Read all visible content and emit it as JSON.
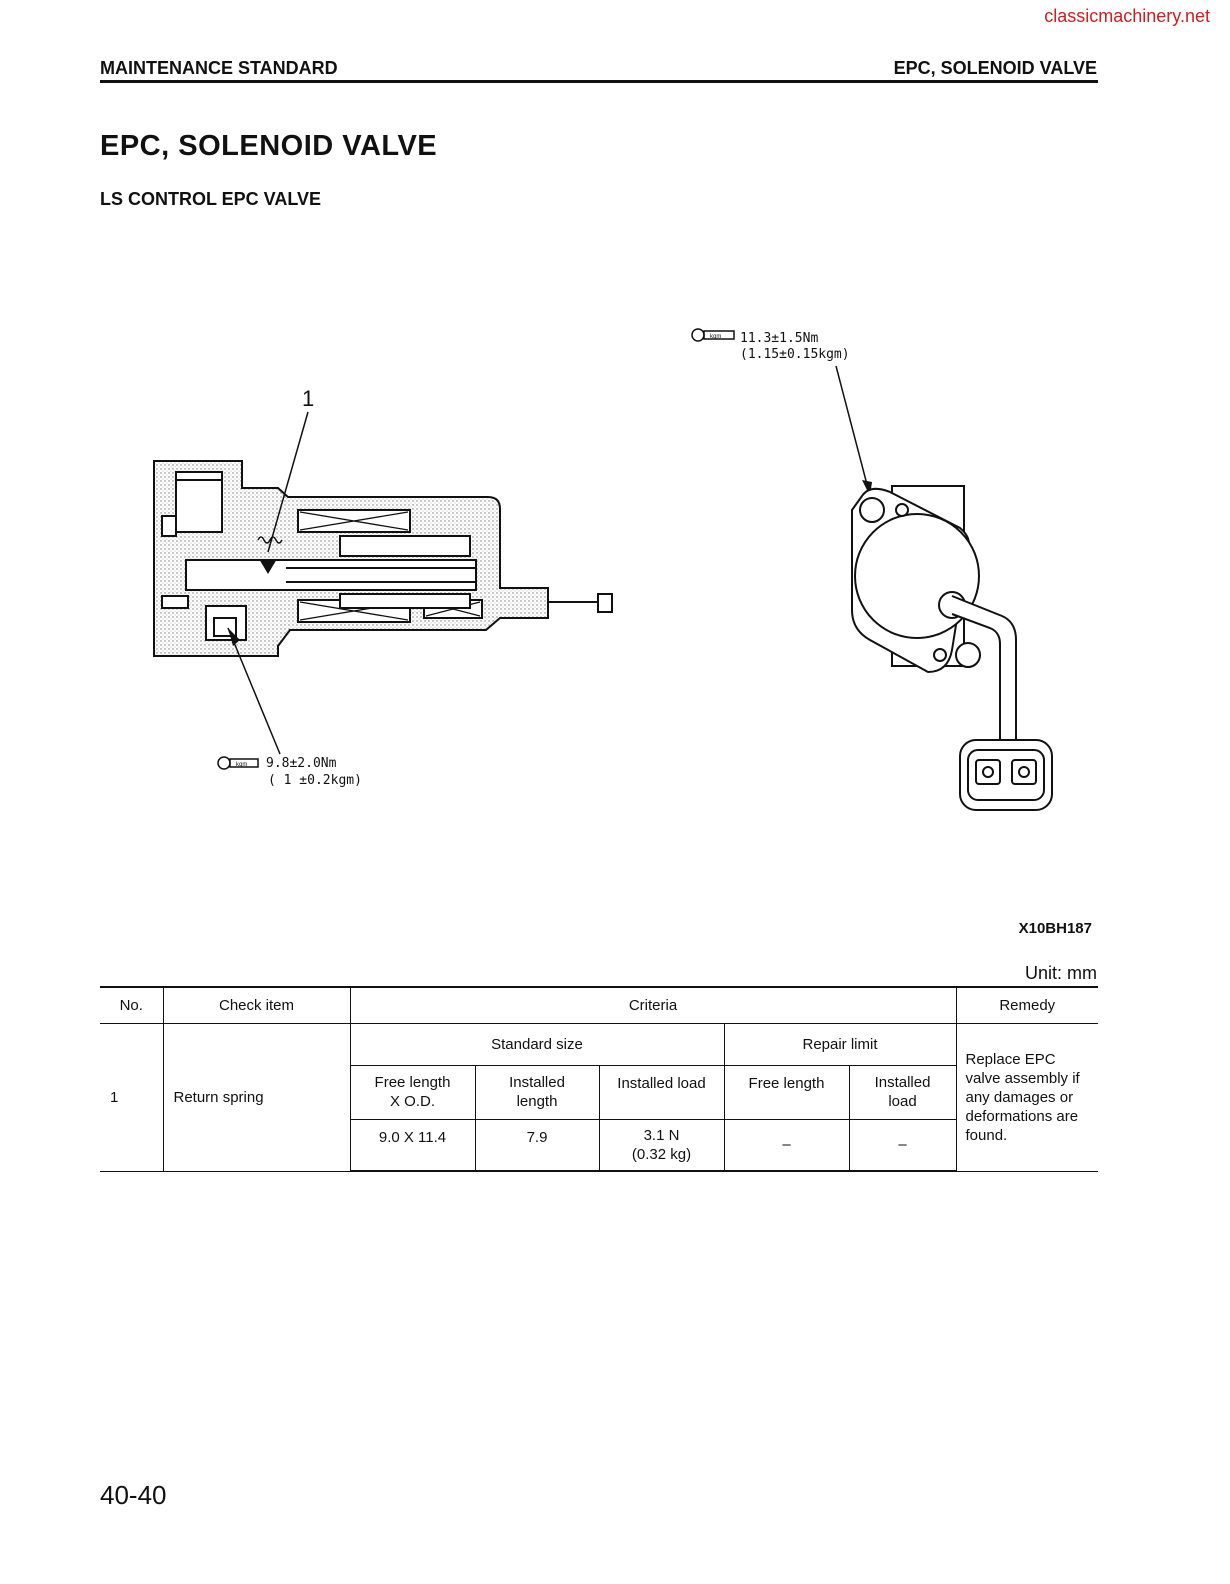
{
  "watermark": "classicmachinery.net",
  "header": {
    "left": "MAINTENANCE STANDARD",
    "right": "EPC, SOLENOID VALVE"
  },
  "title": "EPC, SOLENOID VALVE",
  "subtitle": "LS CONTROL EPC VALVE",
  "figure": {
    "callout_number": "1",
    "torque_top": {
      "line1": "11.3±1.5Nm",
      "line2": "(1.15±0.15kgm)"
    },
    "torque_bottom": {
      "line1": "9.8±2.0Nm",
      "line2": "( 1 ±0.2kgm)"
    },
    "wrench_label": "kgm",
    "code": "X10BH187"
  },
  "unit": "Unit: mm",
  "table": {
    "headers": {
      "no": "No.",
      "check_item": "Check item",
      "criteria": "Criteria",
      "remedy": "Remedy"
    },
    "groups": {
      "standard": "Standard size",
      "repair": "Repair limit"
    },
    "sub": {
      "free_length_od": [
        "Free length",
        "X O.D."
      ],
      "installed_length": [
        "Installed",
        "length"
      ],
      "installed_load": "Installed load",
      "repair_free_length": "Free length",
      "repair_installed_load": [
        "Installed",
        "load"
      ]
    },
    "row": {
      "no": "1",
      "item": "Return spring",
      "free_length_od": "9.0 X 11.4",
      "installed_length": "7.9",
      "installed_load": [
        "3.1 N",
        "(0.32 kg)"
      ],
      "repair_free_length": "–",
      "repair_installed_load": "–",
      "remedy": [
        "Replace EPC",
        "valve assembly if",
        "any damages or",
        "deformations are",
        "found."
      ]
    }
  },
  "page_number": "40-40"
}
